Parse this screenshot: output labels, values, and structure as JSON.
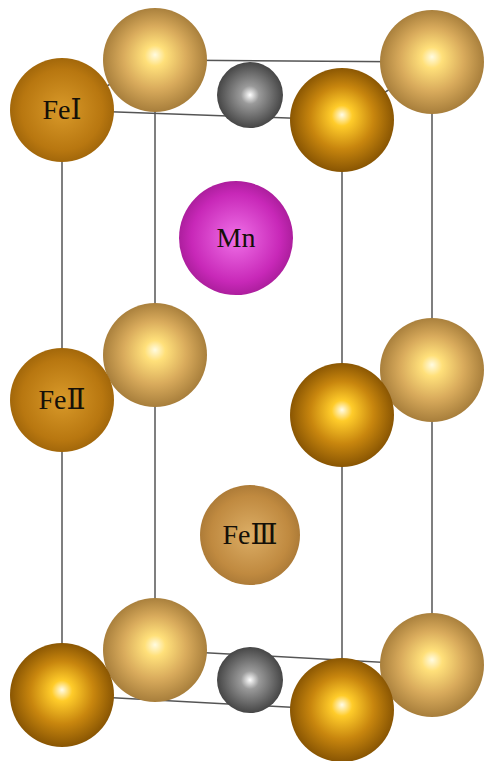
{
  "diagram": {
    "nodes": [
      {
        "text": [
          "FeⅠ"
        ]
      },
      {
        "text": [
          "Mn"
        ]
      },
      {
        "text": [
          "FeⅡ"
        ]
      },
      {
        "text": [
          "FeⅢ"
        ]
      }
    ]
  }
}
